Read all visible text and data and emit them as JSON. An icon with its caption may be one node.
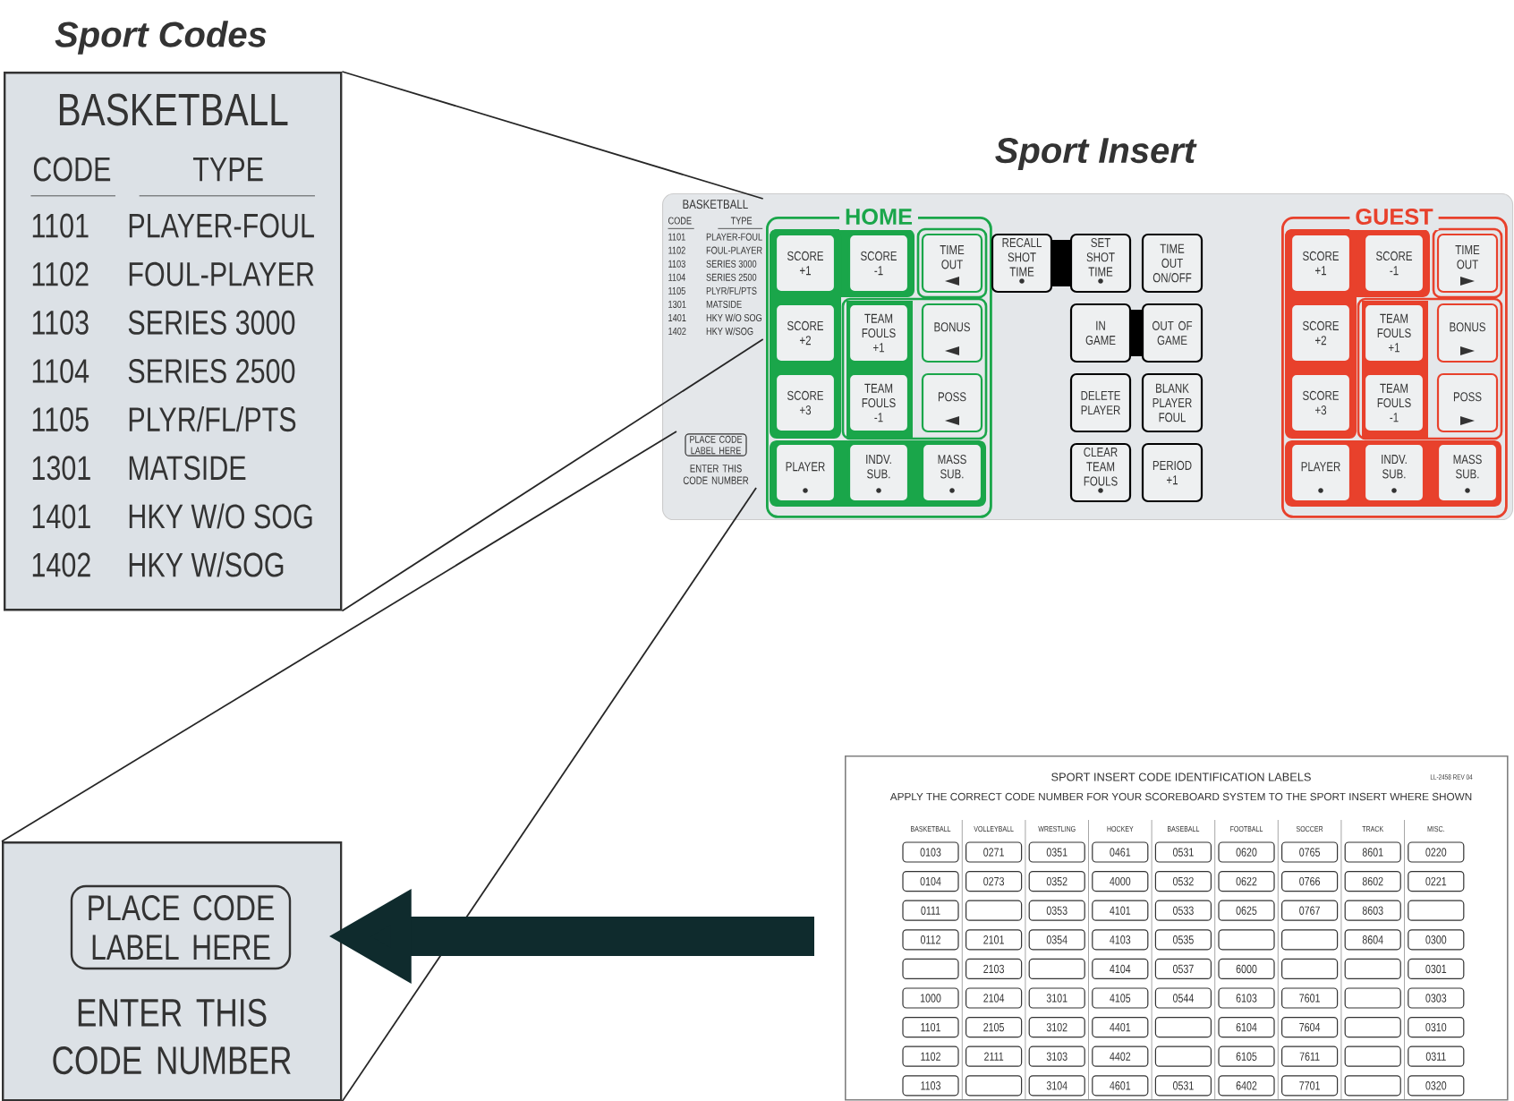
{
  "diagram": {
    "nodes": [
      {
        "text": [
          "Sport Codes",
          "BASKETBALL",
          "CODE",
          "TYPE",
          "1101",
          "PLAYER-FOUL",
          "1102",
          "FOUL-PLAYER",
          "1103",
          "SERIES 3000",
          "1104",
          "SERIES 2500",
          "1105",
          "PLYR/FL/PTS",
          "1301",
          "MATSIDE",
          "1401",
          "HKY W/O SOG",
          "1402",
          "HKY W/SOG"
        ]
      },
      {
        "text": [
          "Sport Insert"
        ]
      },
      {
        "text": [
          "BASKETBALL",
          "CODE",
          "TYPE",
          "1101",
          "PLAYER-FOUL",
          "1102",
          "FOUL-PLAYER",
          "1103",
          "SERIES 3000",
          "1104",
          "SERIES 2500",
          "1105",
          "PLYR/FL/PTS",
          "1301",
          "MATSIDE",
          "1401",
          "HKY W/O SOG",
          "1402",
          "HKY W/SOG"
        ],
        "in": 1
      },
      {
        "text": [
          "PLACE CODE LABEL HERE",
          "ENTER THIS CODE NUMBER"
        ],
        "in": 1
      },
      {
        "text": [
          "HOME"
        ],
        "in": 1
      },
      {
        "text": [
          "SCORE +1"
        ],
        "in": 4
      },
      {
        "text": [
          "SCORE -1"
        ],
        "in": 4
      },
      {
        "text": [
          "TIME OUT"
        ],
        "in": 4
      },
      {
        "text": [
          "SCORE +2"
        ],
        "in": 4
      },
      {
        "text": [
          "TEAM FOULS +1"
        ],
        "in": 4
      },
      {
        "text": [
          "BONUS"
        ],
        "in": 4
      },
      {
        "text": [
          "SCORE +3"
        ],
        "in": 4
      },
      {
        "text": [
          "TEAM FOULS -1"
        ],
        "in": 4
      },
      {
        "text": [
          "POSS"
        ],
        "in": 4
      },
      {
        "text": [
          "PLAYER"
        ],
        "in": 4
      },
      {
        "text": [
          "INDV. SUB."
        ],
        "in": 4
      },
      {
        "text": [
          "MASS SUB."
        ],
        "in": 4
      },
      {
        "text": [
          "RECALL SHOT TIME"
        ],
        "in": 1
      },
      {
        "text": [
          "SET SHOT TIME"
        ],
        "in": 1
      },
      {
        "text": [
          "TIME OUT ON/OFF"
        ],
        "in": 1
      },
      {
        "text": [
          "IN GAME"
        ],
        "in": 1
      },
      {
        "text": [
          "OUT OF GAME"
        ],
        "in": 1
      },
      {
        "text": [
          "DELETE PLAYER"
        ],
        "in": 1
      },
      {
        "text": [
          "BLANK PLAYER FOUL"
        ],
        "in": 1
      },
      {
        "text": [
          "CLEAR TEAM FOULS"
        ],
        "in": 1
      },
      {
        "text": [
          "PERIOD +1"
        ],
        "in": 1
      },
      {
        "text": [
          "GUEST"
        ],
        "in": 1
      },
      {
        "text": [
          "SCORE +1"
        ],
        "in": 26
      },
      {
        "text": [
          "SCORE -1"
        ],
        "in": 26
      },
      {
        "text": [
          "TIME OUT"
        ],
        "in": 26
      },
      {
        "text": [
          "SCORE +2"
        ],
        "in": 26
      },
      {
        "text": [
          "TEAM FOULS +1"
        ],
        "in": 26
      },
      {
        "text": [
          "BONUS"
        ],
        "in": 26
      },
      {
        "text": [
          "SCORE +3"
        ],
        "in": 26
      },
      {
        "text": [
          "TEAM FOULS -1"
        ],
        "in": 26
      },
      {
        "text": [
          "POSS"
        ],
        "in": 26
      },
      {
        "text": [
          "PLAYER"
        ],
        "in": 26
      },
      {
        "text": [
          "INDV. SUB."
        ],
        "in": 26
      },
      {
        "text": [
          "MASS SUB."
        ],
        "in": 26
      },
      {
        "text": [
          "SPORT INSERT CODE IDENTIFICATION LABELS",
          "LL-2458 REV 04",
          "APPLY THE CORRECT CODE NUMBER FOR YOUR SCOREBOARD SYSTEM TO THE SPORT INSERT WHERE SHOWN"
        ]
      },
      {
        "text": [
          "PLACE CODE LABEL HERE",
          "ENTER THIS CODE NUMBER"
        ]
      }
    ],
    "edges": [
      {
        "from": 0,
        "to": 2,
        "arrow": "none"
      },
      {
        "from": 0,
        "to": 2,
        "arrow": "none"
      },
      {
        "from": 40,
        "to": 3,
        "arrow": "none"
      },
      {
        "from": 40,
        "to": 3,
        "arrow": "none"
      },
      {
        "from": 39,
        "to": 40,
        "arrow": "to",
        "style": "thick",
        "color": "#0f2b2d"
      }
    ],
    "labels": [
      "BASKETBALL",
      "VOLLEYBALL",
      "WRESTLING",
      "HOCKEY",
      "BASEBALL",
      "FOOTBALL",
      "SOCCER",
      "TRACK",
      "MISC.",
      "0103",
      "0271",
      "0351",
      "0461",
      "0531",
      "0620",
      "0765",
      "8601",
      "0220",
      "0104",
      "0273",
      "0352",
      "4000",
      "0532",
      "0622",
      "0766",
      "8602",
      "0221",
      "0111",
      "0353",
      "4101",
      "0533",
      "0625",
      "0767",
      "8603",
      "0112",
      "2101",
      "0354",
      "4103",
      "0535",
      "8604",
      "0300",
      "2103",
      "4104",
      "0537",
      "6000",
      "0301",
      "1000",
      "2104",
      "3101",
      "4105",
      "0544",
      "6103",
      "7601",
      "0303",
      "1101",
      "2105",
      "3102",
      "4401",
      "6104",
      "7604",
      "0310",
      "1102",
      "2111",
      "3103",
      "4402",
      "6105",
      "7611",
      "0311",
      "1103",
      "3104",
      "4601",
      "0531",
      "6402",
      "7701",
      "0320"
    ]
  }
}
